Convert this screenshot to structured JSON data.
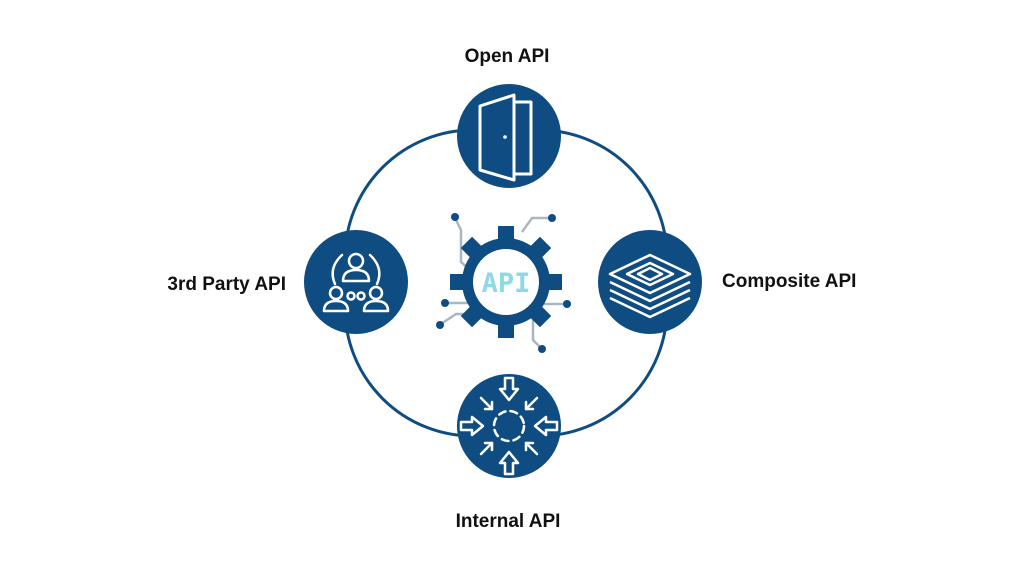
{
  "diagram": {
    "center": {
      "text": "API",
      "icon": "api-gear-icon"
    },
    "nodes": [
      {
        "id": "top",
        "label": "Open API",
        "icon": "open-door-icon"
      },
      {
        "id": "right",
        "label": "Composite API",
        "icon": "stacked-layers-icon"
      },
      {
        "id": "bottom",
        "label": "Internal API",
        "icon": "inward-arrows-icon"
      },
      {
        "id": "left",
        "label": "3rd Party API",
        "icon": "group-people-icon"
      }
    ]
  },
  "colors": {
    "primary": "#0f4c81",
    "accent": "#8ed9e8",
    "circuit": "#a9b7c3",
    "background": "#ffffff"
  }
}
